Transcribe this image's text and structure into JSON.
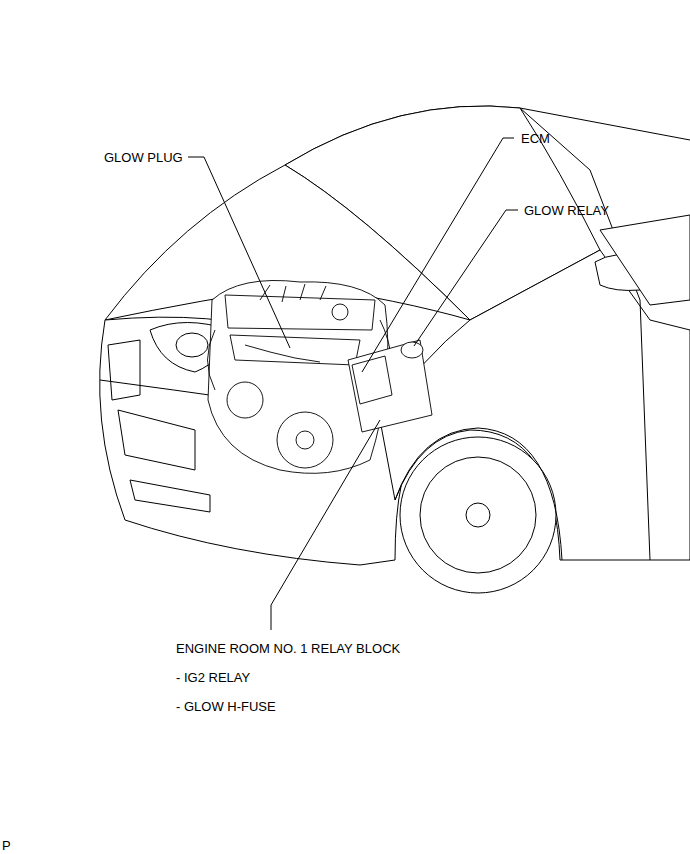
{
  "diagram": {
    "labels": [
      "GLOW PLUG",
      "ECM",
      "GLOW RELAY",
      "ENGINE ROOM NO. 1 RELAY BLOCK",
      "- IG2 RELAY",
      "- GLOW H-FUSE",
      "P"
    ]
  }
}
